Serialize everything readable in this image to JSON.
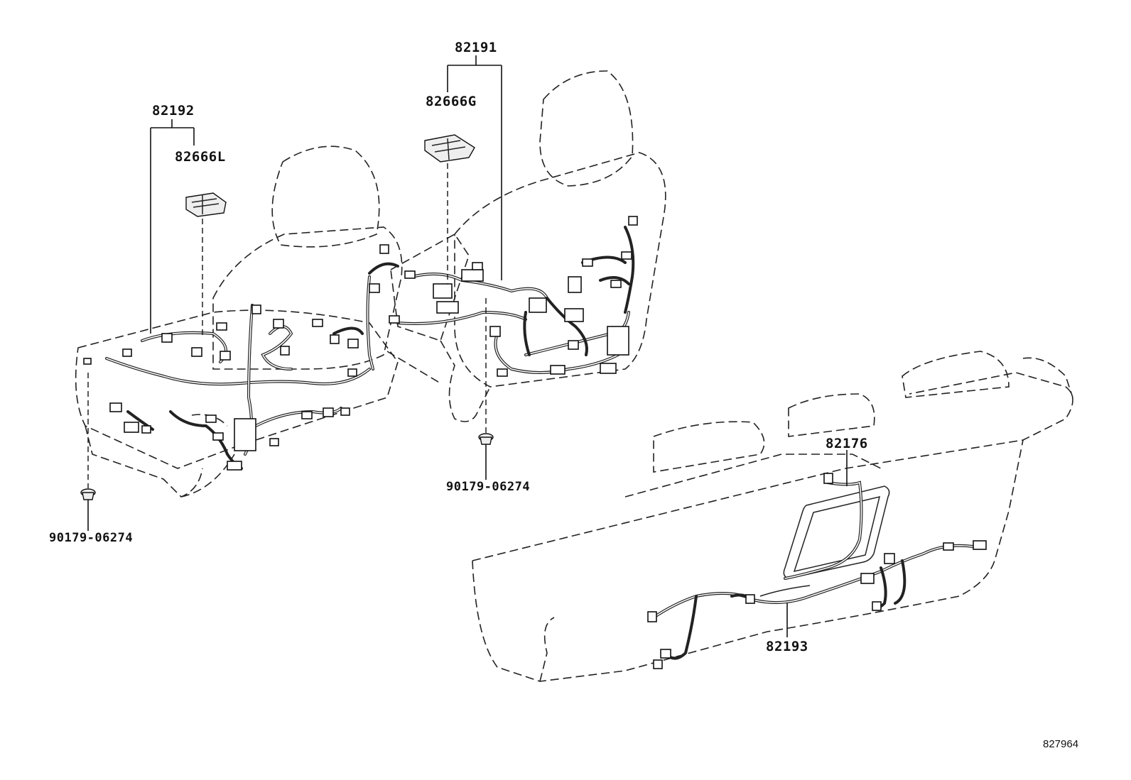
{
  "labels": {
    "harness_front_right": "82191",
    "harness_front_left": "82192",
    "connector_g": "82666G",
    "connector_l": "82666L",
    "clip_left": "90179-06274",
    "clip_right": "90179-06274",
    "harness_rear": "82176",
    "harness_rear_lower": "82193"
  },
  "diagram_ref": "827964"
}
